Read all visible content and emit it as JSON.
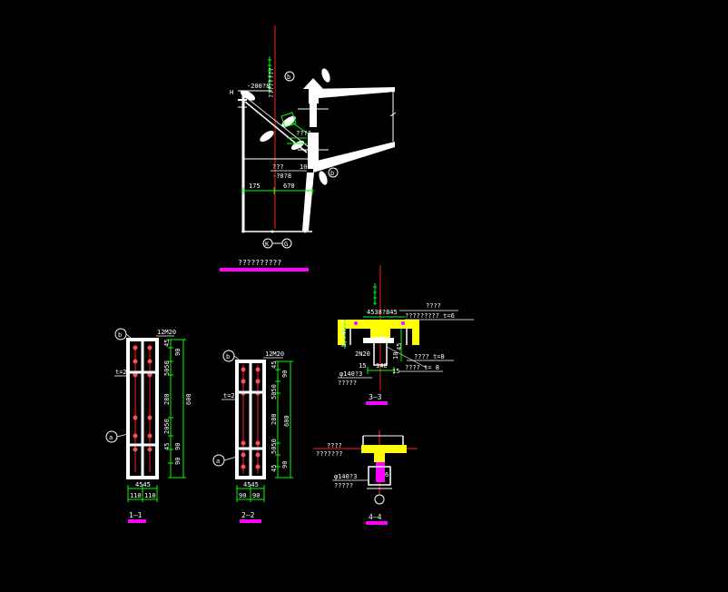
{
  "colors": {
    "background": "#000000",
    "member": "#ffffff",
    "dimension": "#00ff00",
    "axis": "#ff2020",
    "plate": "#ffff00",
    "title_bar": "#ff00ff"
  },
  "elevation": {
    "title": "??????????",
    "top_label": "????????",
    "plate_label": "-200?8",
    "h_label": "H",
    "mark_b": "b",
    "mid_label": "????",
    "lower_label1": "???",
    "lower_label2": "-?0?8",
    "dim_100": "100",
    "dim_175": "175",
    "dim_670": "670",
    "axis_k": "K",
    "axis_g": "G"
  },
  "section1": {
    "title": "1—1",
    "bolt_label": "12M20",
    "mark_b": "b",
    "mark_a": "a",
    "t_label": "t=2",
    "dims_right": [
      "45",
      "90",
      "5050",
      "280",
      "2050",
      "45",
      "90",
      "90"
    ],
    "dim_total": "600",
    "dims_bottom1": "4545",
    "dims_bottom2": [
      "110",
      "110"
    ]
  },
  "section2": {
    "title": "2—2",
    "bolt_label": "12M20",
    "mark_b": "b",
    "mark_a": "a",
    "t_label": "t=2",
    "dims_right": [
      "45",
      "90",
      "5050",
      "280",
      "5050",
      "45",
      "90"
    ],
    "dim_total": "600",
    "dims_bottom1": "4545",
    "dims_bottom2": [
      "90",
      "90"
    ]
  },
  "section3": {
    "title": "3—3",
    "top_dims": "4538?845",
    "label_top": "????",
    "label_t6": "????????? t=6",
    "label_t8a": "???? t=8",
    "label_t8b": "???? t= 8",
    "left_label": "b/?4?/2",
    "label_2n20": "2N20",
    "dim_15a": "15",
    "dim_140": "140",
    "dim_15b": "15",
    "dim_45": "45",
    "dim_10": "10",
    "pipe_label": "φ140?3",
    "pipe_sub": "?????"
  },
  "section4": {
    "title": "4—4",
    "label_top": "????",
    "label_sub": "???????",
    "pipe_label": "φ140?3",
    "pipe_sub": "?????",
    "dim_6": "6"
  }
}
